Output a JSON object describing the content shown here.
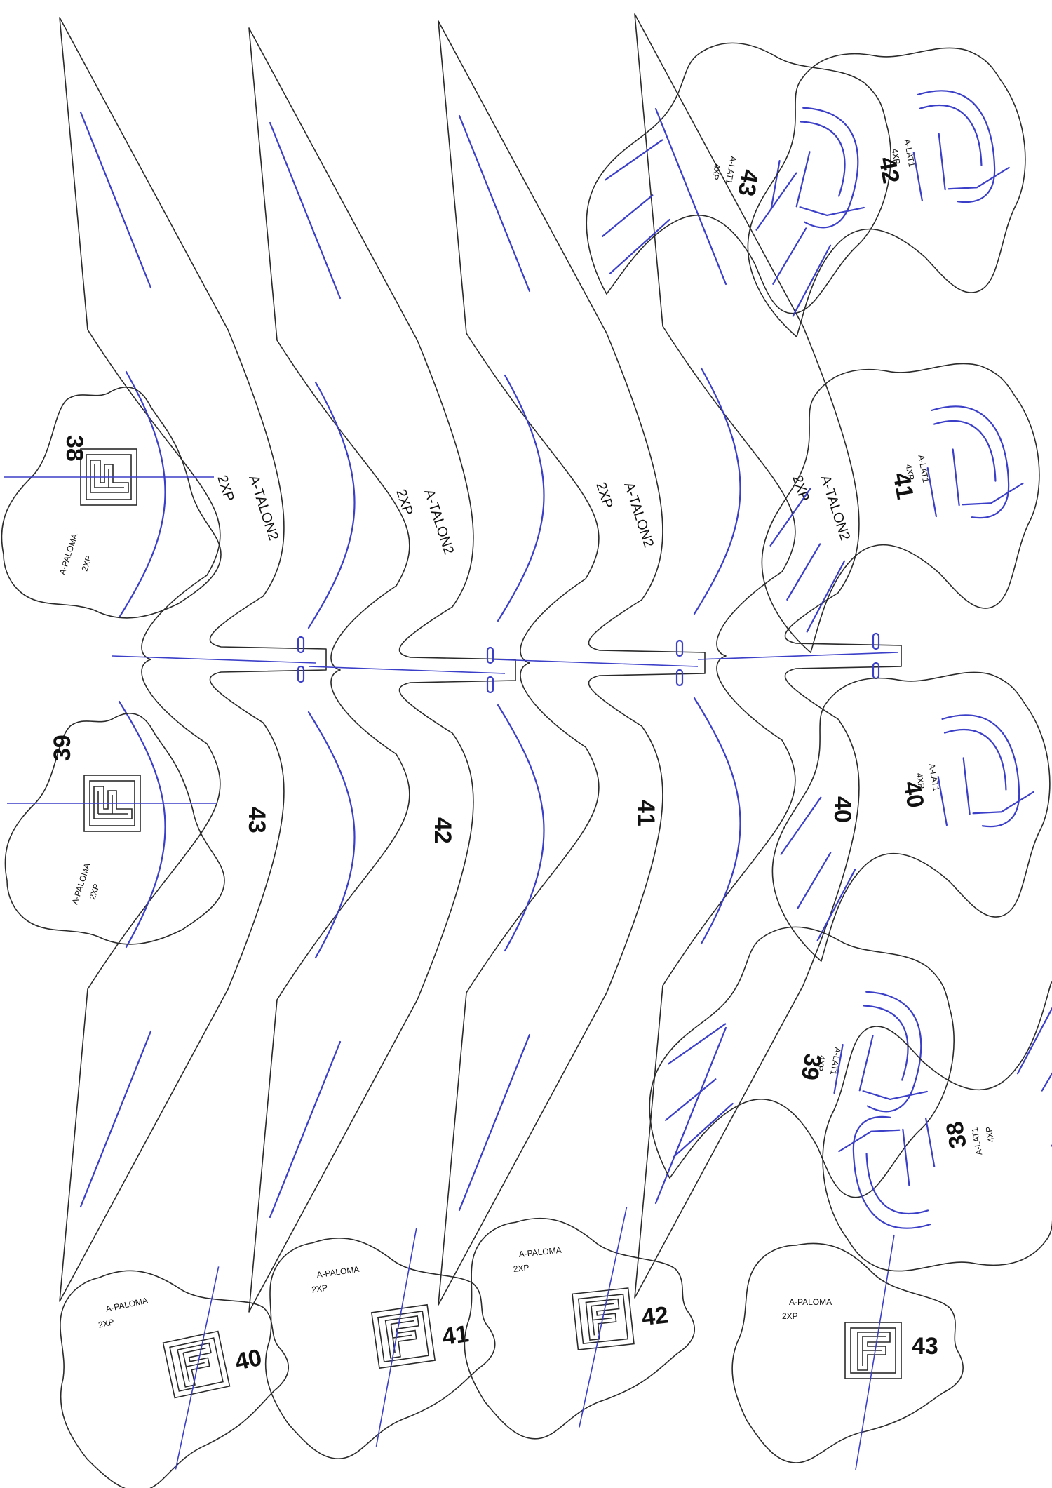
{
  "colors": {
    "outline": "#2a2a2a",
    "stitch": "#3b3fc8",
    "background": "#ffffff"
  },
  "talon": {
    "label": "A-TALON2",
    "qty": "2XP",
    "pieces": [
      {
        "size": "43"
      },
      {
        "size": "42"
      },
      {
        "size": "41"
      },
      {
        "size": "40"
      }
    ]
  },
  "paloma": {
    "label": "A-PALOMA",
    "qty": "2XP",
    "pieces": [
      {
        "size": "38"
      },
      {
        "size": "39"
      },
      {
        "size": "40"
      },
      {
        "size": "41"
      },
      {
        "size": "42"
      },
      {
        "size": "43"
      }
    ]
  },
  "lat": {
    "label": "A-LAT1",
    "qty": "4XP",
    "pieces": [
      {
        "size": "43"
      },
      {
        "size": "42"
      },
      {
        "size": "41"
      },
      {
        "size": "40"
      },
      {
        "size": "39"
      },
      {
        "size": "38"
      }
    ]
  },
  "icons": {
    "logo": "fila-f-logo-icon"
  }
}
